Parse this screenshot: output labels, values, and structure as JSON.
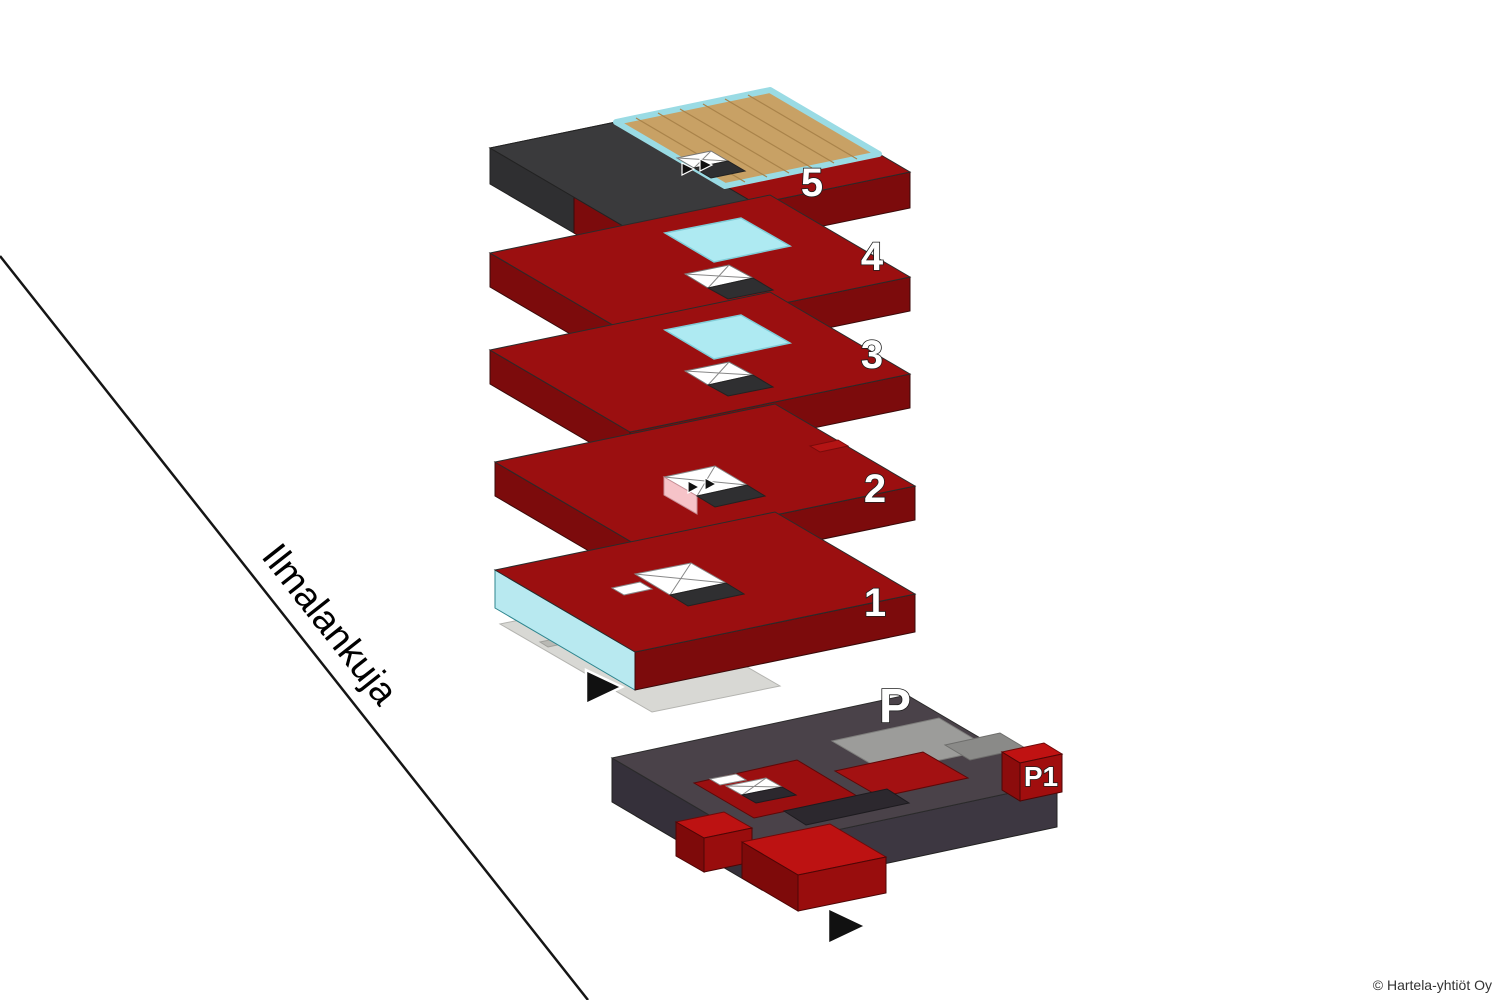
{
  "street": {
    "label": "Ilmalankuja"
  },
  "floors": [
    {
      "label": "5"
    },
    {
      "label": "4"
    },
    {
      "label": "3"
    },
    {
      "label": "2"
    },
    {
      "label": "1"
    },
    {
      "label": "P"
    },
    {
      "label": "P1"
    }
  ],
  "footer": {
    "copyright": "© Hartela-yhtiöt Oy"
  },
  "colors": {
    "floor_top_red": "#9b0f10",
    "floor_side_red": "#7c0b0c",
    "glass_cyan": "#b8e9f0",
    "terrace_wood": "#c8a165",
    "roof_dark_gray": "#3a3a3c",
    "parking_top": "#4a4249",
    "parking_side": "#35303a",
    "highlight_red": "#c01212",
    "ground_gray": "#d8d8d4"
  }
}
